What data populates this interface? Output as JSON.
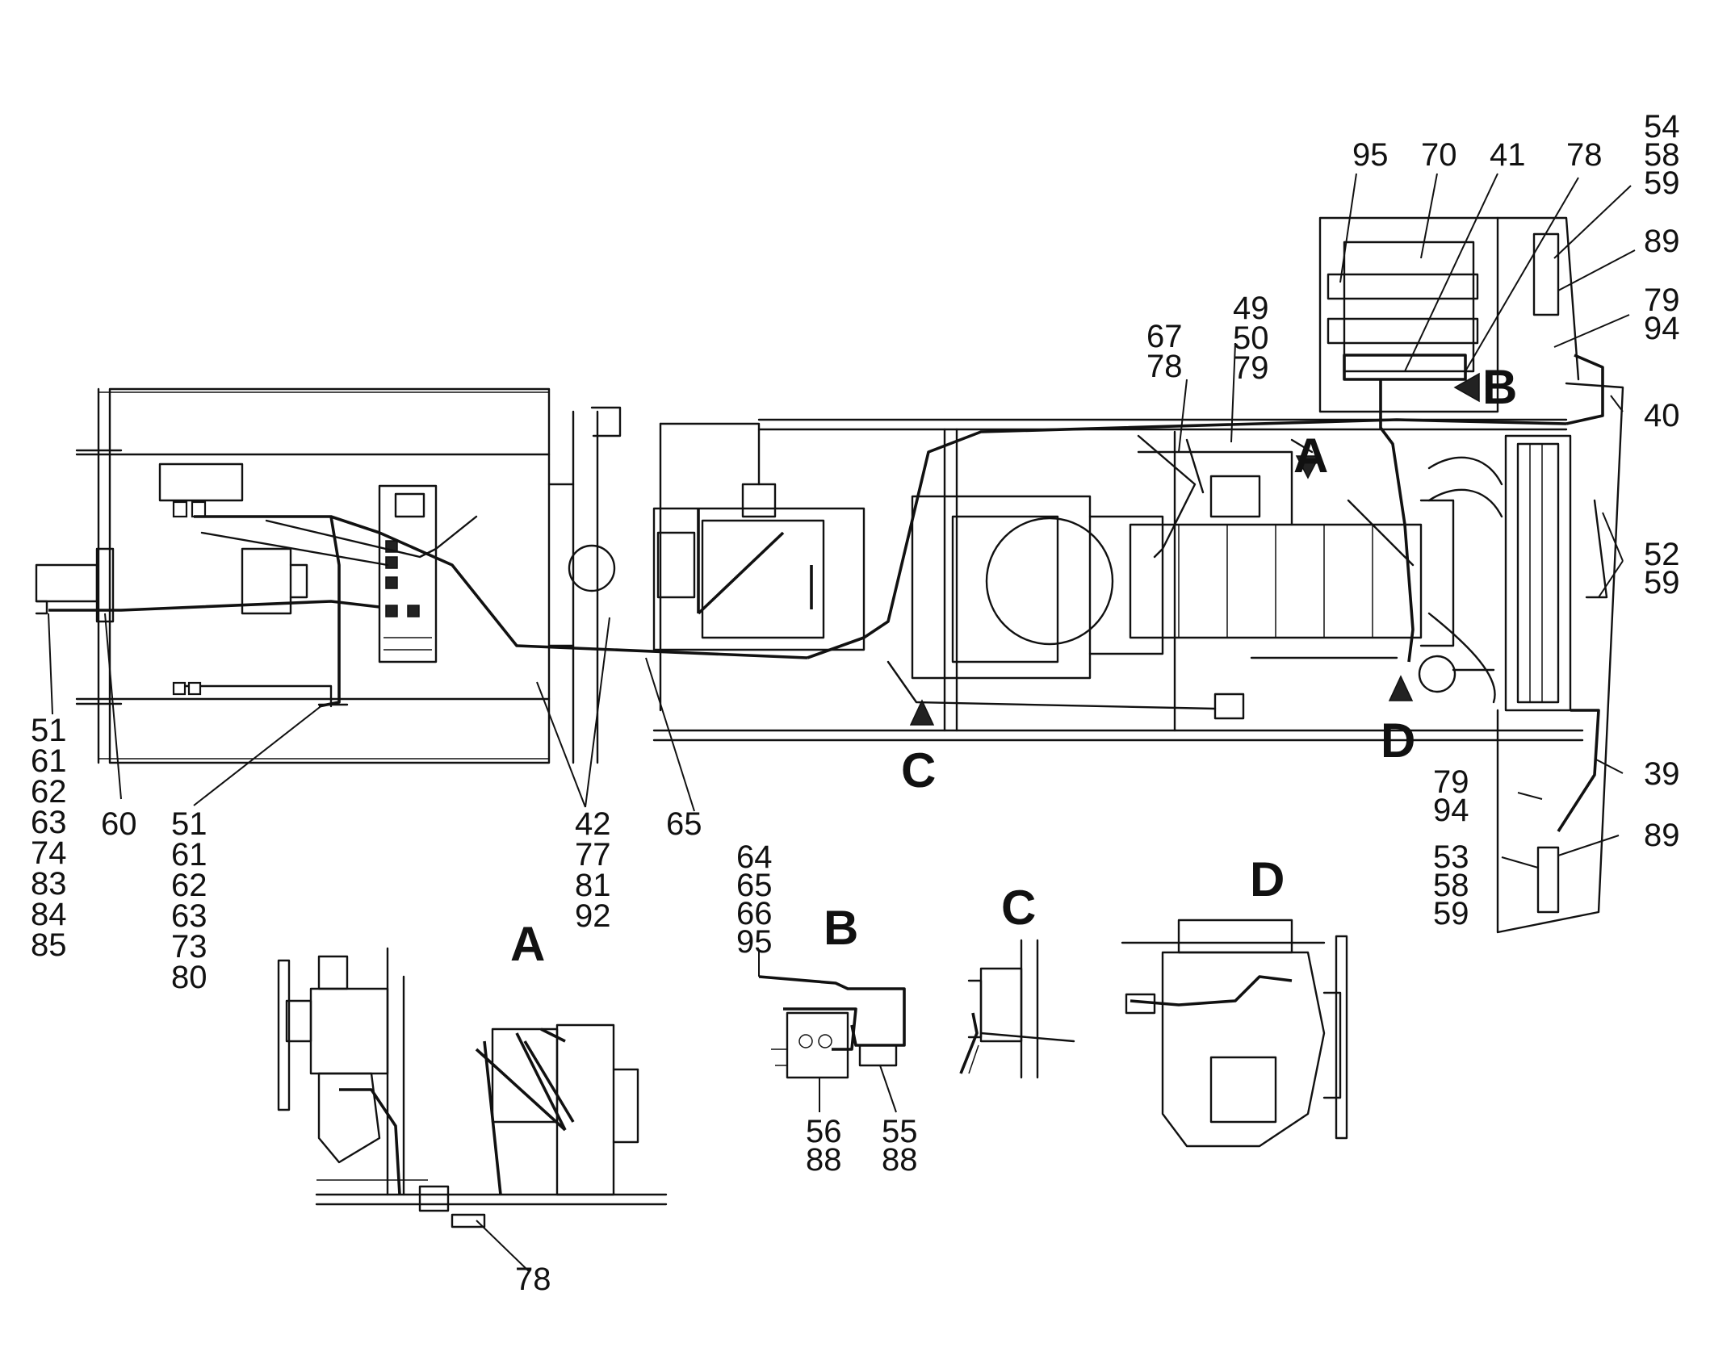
{
  "callouts": {
    "c95": "95",
    "c70": "70",
    "c41": "41",
    "c78_top": "78",
    "c54": "54",
    "c58_top": "58",
    "c59_top": "59",
    "c89_top": "89",
    "c79_r1": "79",
    "c94_r1": "94",
    "c40": "40",
    "c52": "52",
    "c59_r": "59",
    "c49": "49",
    "c50": "50",
    "c79_mid": "79",
    "c67": "67",
    "c78_mid": "78",
    "c39": "39",
    "c79_r2": "79",
    "c94_r2": "94",
    "c89_bot": "89",
    "c53": "53",
    "c58_bot": "58",
    "c59_bot": "59",
    "l1": [
      "51",
      "61",
      "62",
      "63",
      "74",
      "83",
      "84",
      "85"
    ],
    "c60": "60",
    "l2": [
      "51",
      "61",
      "62",
      "63",
      "73",
      "80"
    ],
    "l3": [
      "42",
      "77",
      "81",
      "92"
    ],
    "c65": "65",
    "lB": [
      "64",
      "65",
      "66",
      "95"
    ],
    "c56": "56",
    "c88a": "88",
    "c55": "55",
    "c88b": "88",
    "c78_bot": "78"
  },
  "views": {
    "A": "A",
    "B": "B",
    "C": "C",
    "D": "D",
    "detail_A": "A",
    "detail_B": "B",
    "detail_C": "C",
    "detail_D": "D"
  }
}
